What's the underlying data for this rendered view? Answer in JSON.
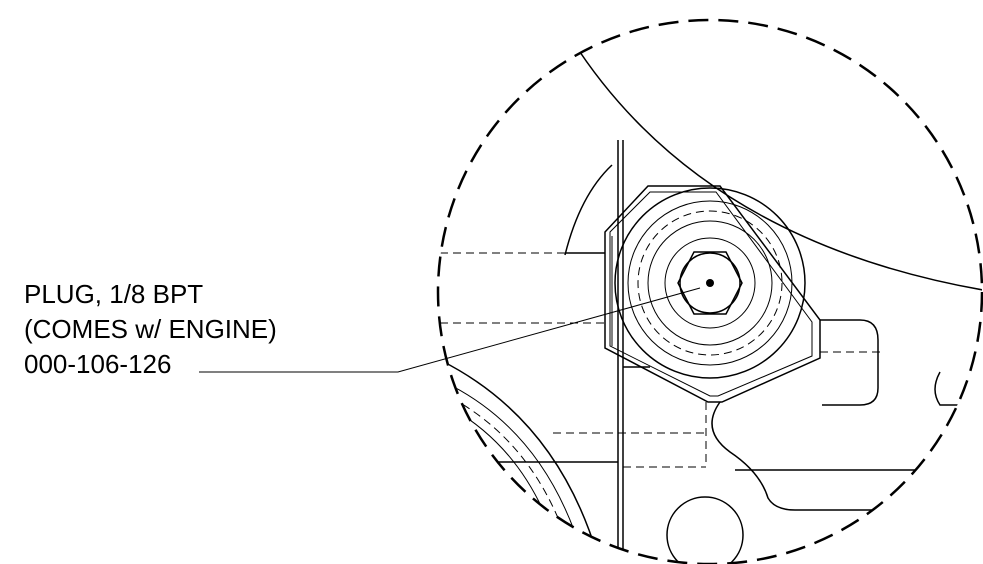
{
  "callout": {
    "line1": "PLUG, 1/8 BPT",
    "line2": "(COMES w/ ENGINE)",
    "line3": "000-106-126"
  }
}
